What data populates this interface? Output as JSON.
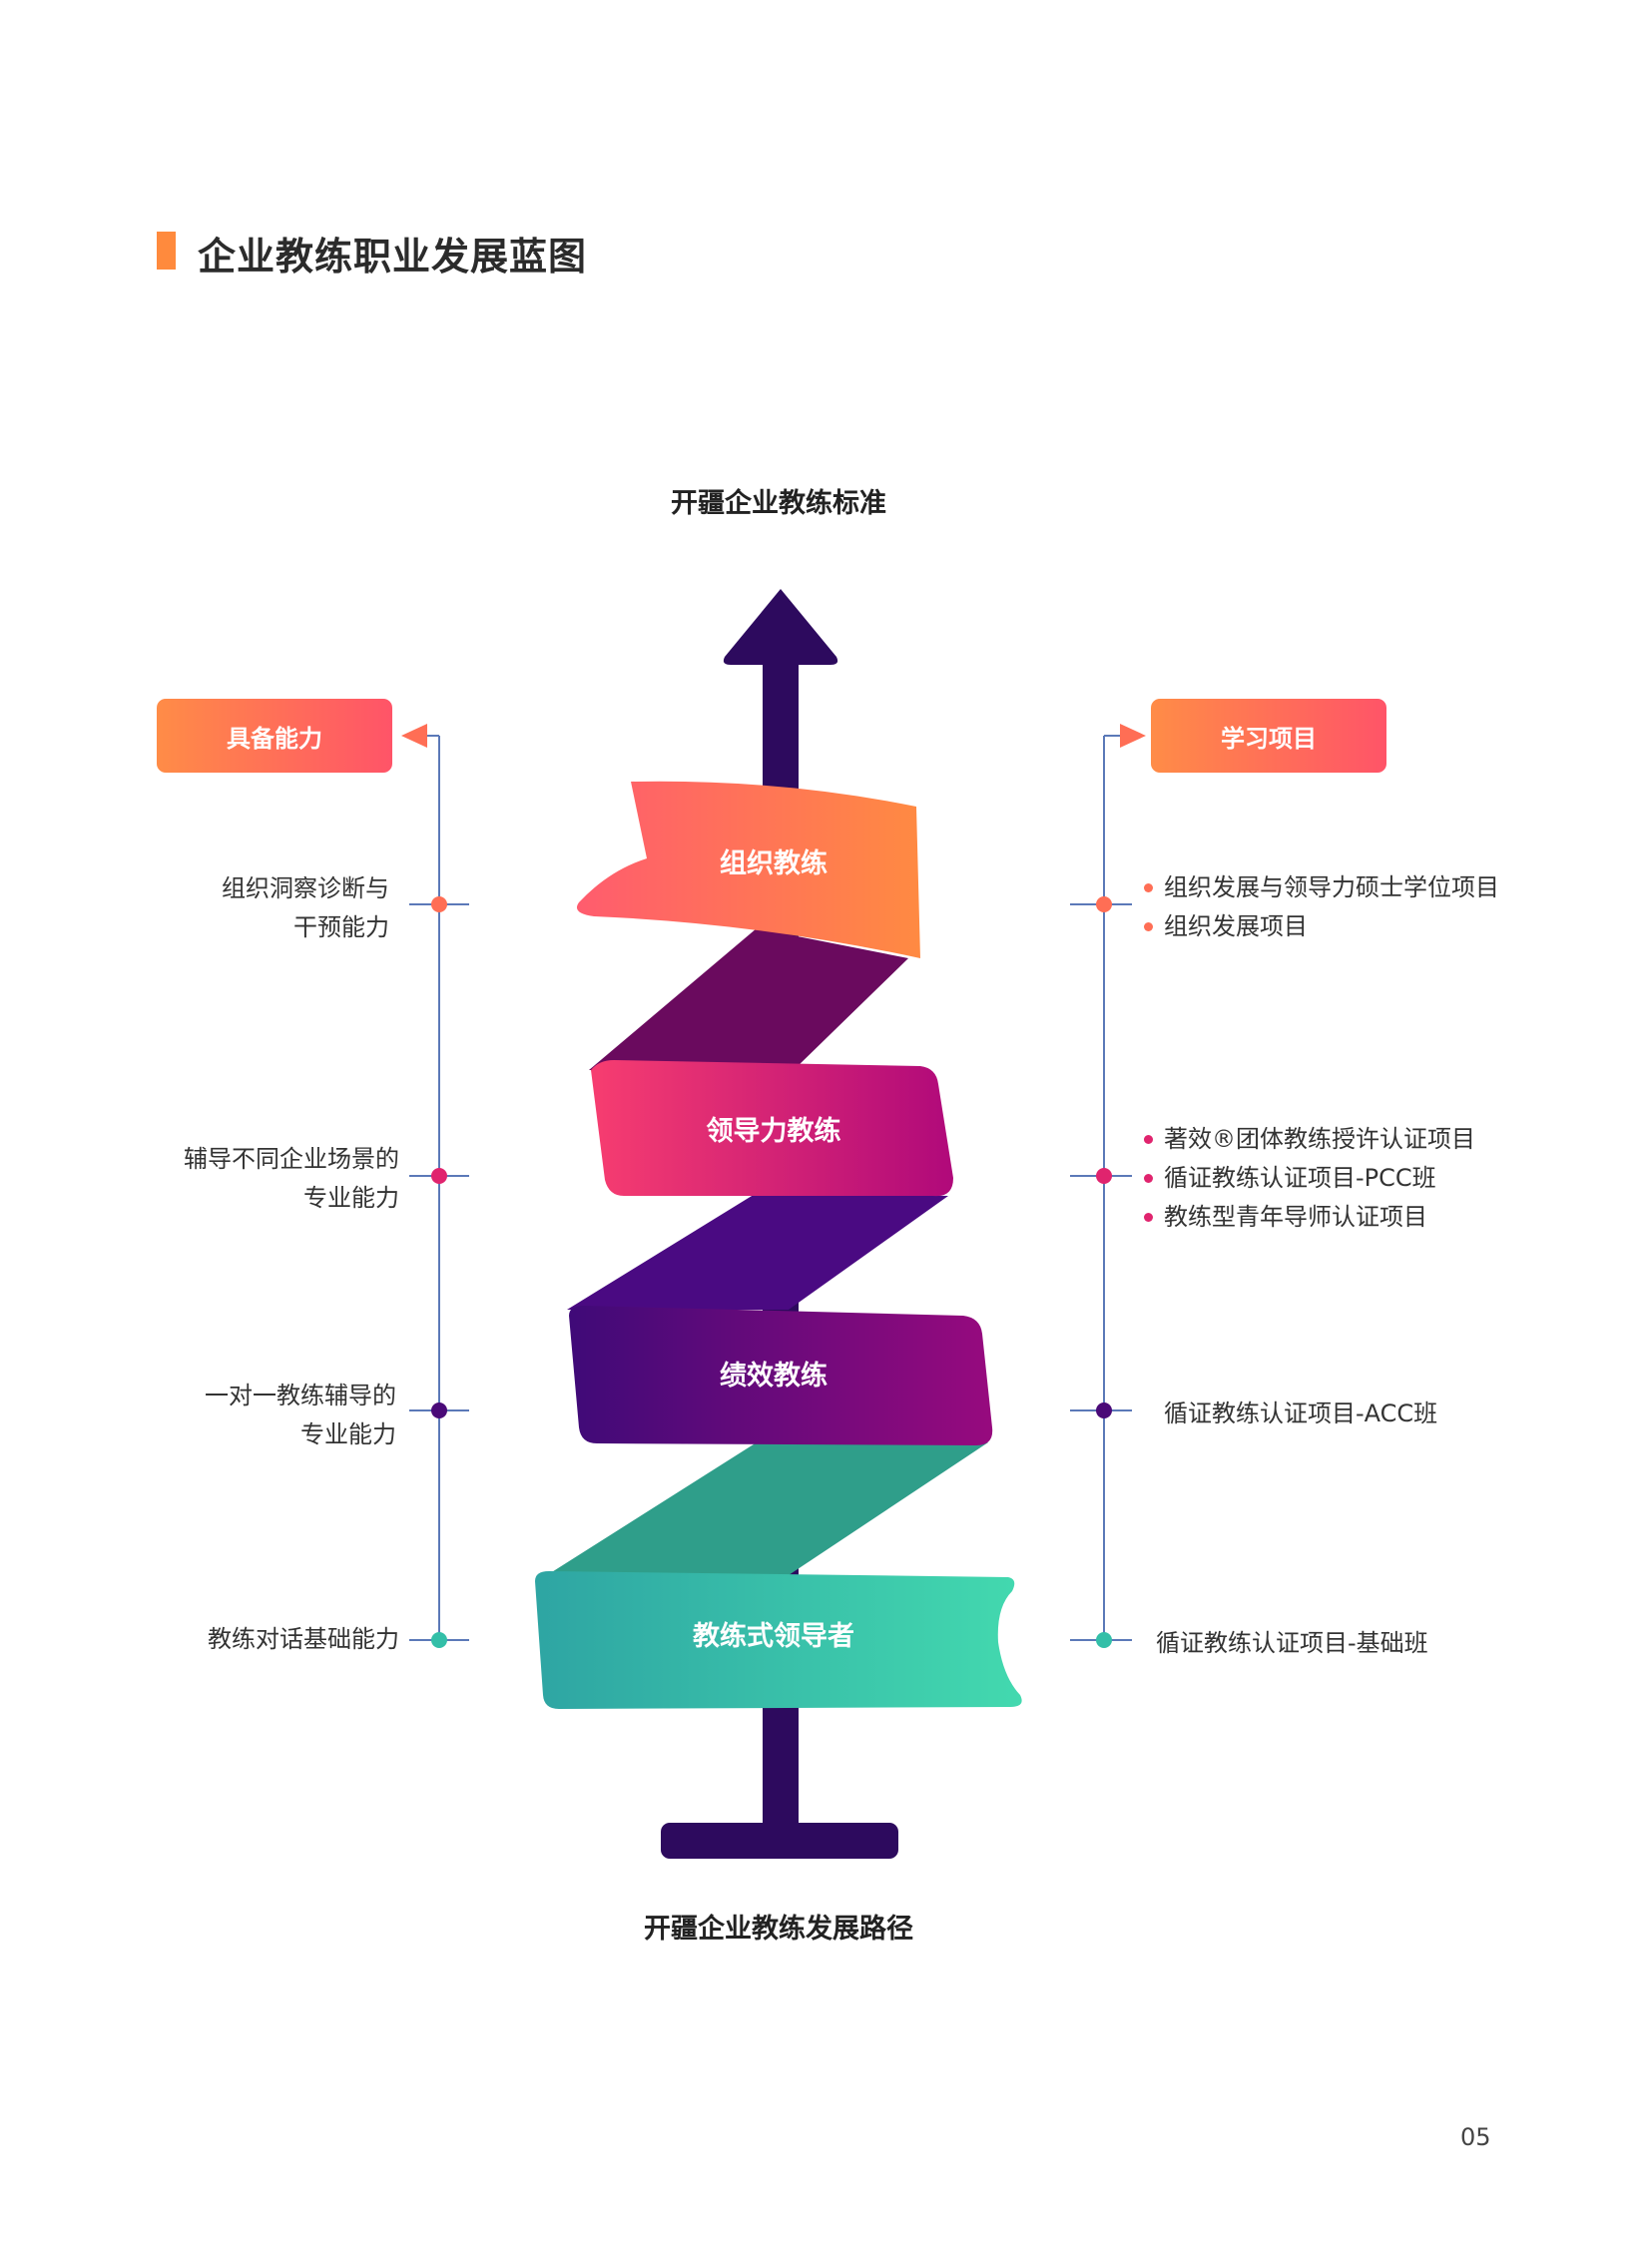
{
  "header": {
    "title": "企业教练职业发展蓝图"
  },
  "diagram": {
    "top_label": "开疆企业教练标准",
    "bottom_label": "开疆企业教练发展路径",
    "left_header": "具备能力",
    "right_header": "学习项目",
    "bands": [
      {
        "label": "组织教练"
      },
      {
        "label": "领导力教练"
      },
      {
        "label": "绩效教练"
      },
      {
        "label": "教练式领导者"
      }
    ],
    "abilities": [
      {
        "line1": "组织洞察诊断与",
        "line2": "干预能力"
      },
      {
        "line1": "辅导不同企业场景的",
        "line2": "专业能力"
      },
      {
        "line1": "一对一教练辅导的",
        "line2": "专业能力"
      },
      {
        "line1": "教练对话基础能力",
        "line2": ""
      }
    ],
    "projects": [
      {
        "items": [
          "组织发展与领导力硕士学位项目",
          "组织发展项目"
        ]
      },
      {
        "items": [
          "著效®团体教练授许认证项目",
          "循证教练认证项目-PCC班",
          "教练型青年导师认证项目"
        ]
      },
      {
        "items": [
          "循证教练认证项目-ACC班"
        ]
      },
      {
        "items": [
          "循证教练认证项目-基础班"
        ]
      }
    ],
    "colors": {
      "accent": "#FF8A3D",
      "arrow": "#2D0A5E",
      "level1_dot": "#FF6E55",
      "level2_dot": "#E0246E",
      "level3_dot": "#4A0A78",
      "level4_dot": "#33BFA8",
      "line": "#5B79B8"
    }
  },
  "footer": {
    "page_number": "05"
  }
}
